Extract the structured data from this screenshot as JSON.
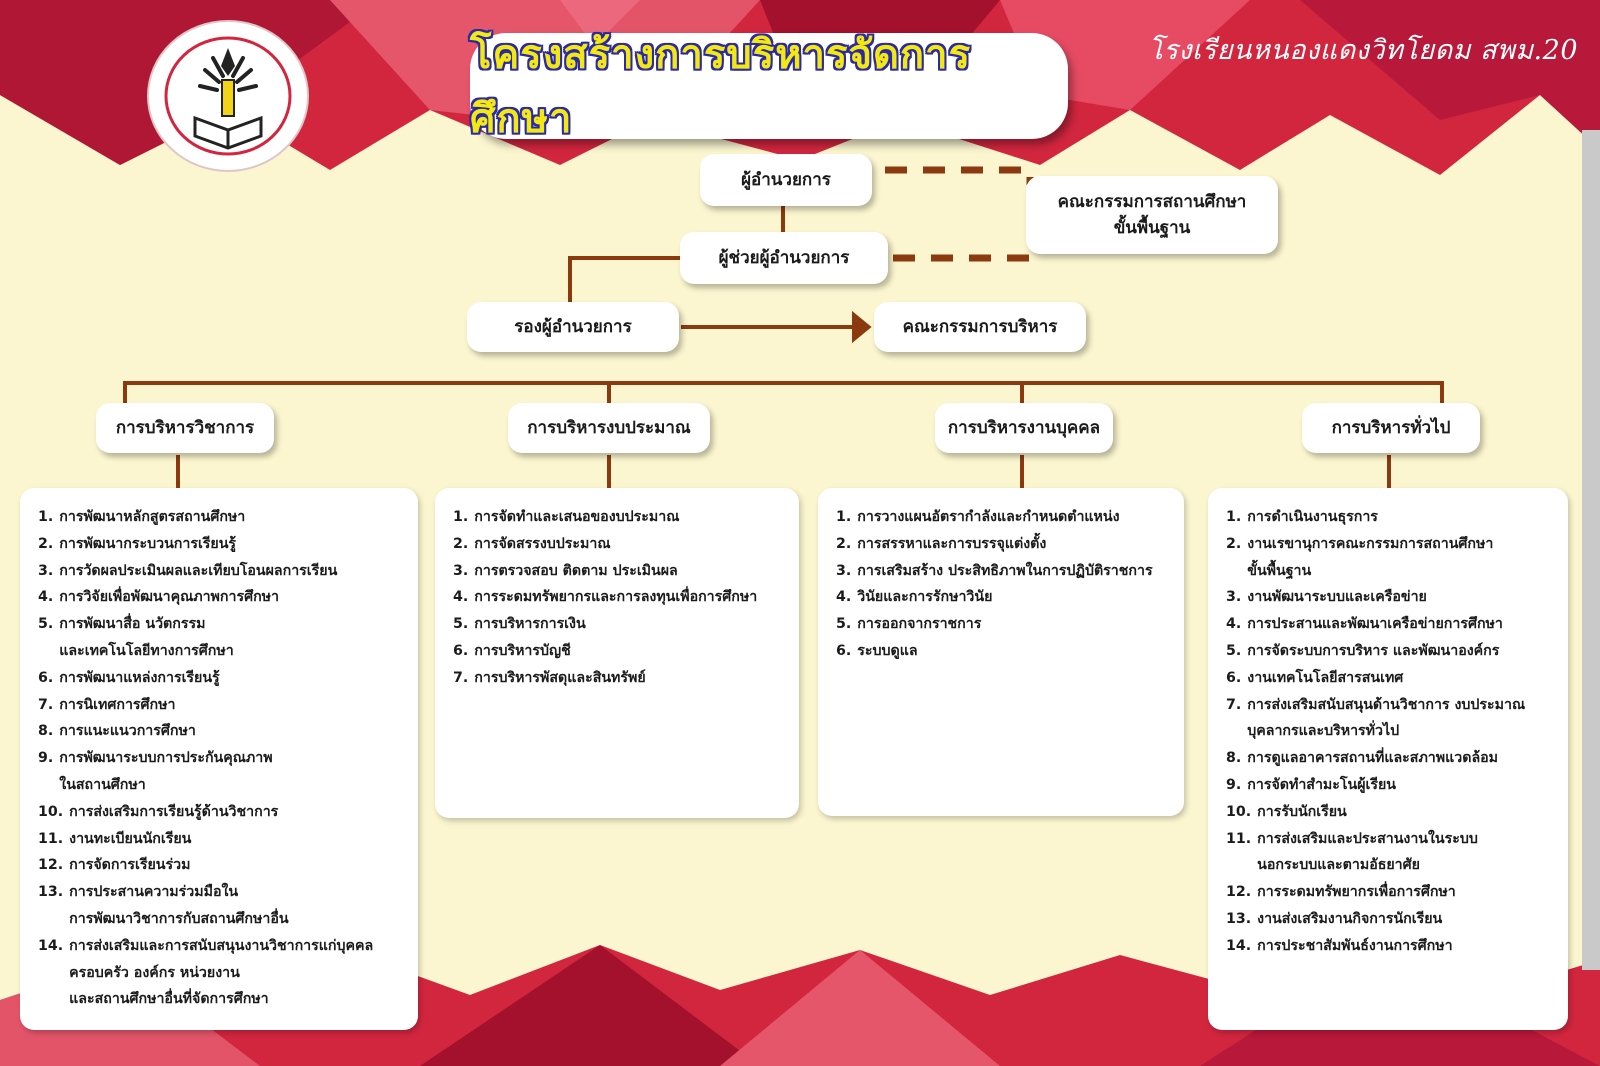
{
  "header": {
    "title": "โครงสร้างการบริหารจัดการศึกษา",
    "school_label": "โรงเรียนหนองแดงวิทโยดม  สพม.20"
  },
  "logo": {
    "name": "โรงเรียนหนองแดงวิทโยดม",
    "icon": "school-emblem-icon"
  },
  "org": {
    "director": "ผู้อำนวยการ",
    "board": "คณะกรรมการสถานศึกษา\nขั้นพื้นฐาน",
    "assistant": "ผู้ช่วยผู้อำนวยการ",
    "deputy": "รองผู้อำนวยการ",
    "committee": "คณะกรรมการบริหาร"
  },
  "departments": [
    {
      "title": "การบริหารวิชาการ",
      "items": [
        {
          "num": "1.",
          "text": "การพัฒนาหลักสูตรสถานศึกษา"
        },
        {
          "num": "2.",
          "text": "การพัฒนากระบวนการเรียนรู้"
        },
        {
          "num": "3.",
          "text": "การวัดผลประเมินผลและเทียบโอนผลการเรียน"
        },
        {
          "num": "4.",
          "text": "การวิจัยเพื่อพัฒนาคุณภาพการศึกษา"
        },
        {
          "num": "5.",
          "text": "การพัฒนาสื่อ นวัตกรรม\nและเทคโนโลยีทางการศึกษา"
        },
        {
          "num": "6.",
          "text": "การพัฒนาแหล่งการเรียนรู้"
        },
        {
          "num": "7.",
          "text": "การนิเทศการศึกษา"
        },
        {
          "num": "8.",
          "text": "การแนะแนวการศึกษา"
        },
        {
          "num": "9.",
          "text": "การพัฒนาระบบการประกันคุณภาพ\nในสถานศึกษา"
        },
        {
          "num": "10.",
          "text": "การส่งเสริมการเรียนรู้ด้านวิชาการ"
        },
        {
          "num": "11.",
          "text": "งานทะเบียนนักเรียน"
        },
        {
          "num": "12.",
          "text": "การจัดการเรียนร่วม"
        },
        {
          "num": "13.",
          "text": "การประสานความร่วมมือใน\nการพัฒนาวิชาการกับสถานศึกษาอื่น"
        },
        {
          "num": "14.",
          "text": "การส่งเสริมและการสนับสนุนงานวิชาการแก่บุคคล\nครอบครัว องค์กร หน่วยงาน\nและสถานศึกษาอื่นที่จัดการศึกษา"
        }
      ]
    },
    {
      "title": "การบริหารงบประมาณ",
      "items": [
        {
          "num": "1.",
          "text": "การจัดทำและเสนอของบประมาณ"
        },
        {
          "num": "2.",
          "text": "การจัดสรรงบประมาณ"
        },
        {
          "num": "3.",
          "text": "การตรวจสอบ ติดตาม ประเมินผล"
        },
        {
          "num": "4.",
          "text": "การระดมทรัพยากรและการลงทุนเพื่อการศึกษา"
        },
        {
          "num": "5.",
          "text": "การบริหารการเงิน"
        },
        {
          "num": "6.",
          "text": "การบริหารบัญชี"
        },
        {
          "num": "7.",
          "text": "การบริหารพัสดุและสินทรัพย์"
        }
      ]
    },
    {
      "title": "การบริหารงานบุคคล",
      "items": [
        {
          "num": "1.",
          "text": "การวางแผนอัตรากำลังและกำหนดตำแหน่ง"
        },
        {
          "num": "2.",
          "text": "การสรรหาและการบรรจุแต่งตั้ง"
        },
        {
          "num": "3.",
          "text": "การเสริมสร้าง ประสิทธิภาพในการปฏิบัติราชการ"
        },
        {
          "num": "4.",
          "text": "วินัยและการรักษาวินัย"
        },
        {
          "num": "5.",
          "text": "การออกจากราชการ"
        },
        {
          "num": "6.",
          "text": "ระบบดูแล"
        }
      ]
    },
    {
      "title": "การบริหารทั่วไป",
      "items": [
        {
          "num": "1.",
          "text": "การดำเนินงานธุรการ"
        },
        {
          "num": "2.",
          "text": "งานเรขานุการคณะกรรมการสถานศึกษา\nขั้นพื้นฐาน"
        },
        {
          "num": "3.",
          "text": "งานพัฒนาระบบและเครือข่าย"
        },
        {
          "num": "4.",
          "text": "การประสานและพัฒนาเครือข่ายการศึกษา"
        },
        {
          "num": "5.",
          "text": "การจัดระบบการบริหาร และพัฒนาองค์กร"
        },
        {
          "num": "6.",
          "text": "งานเทคโนโลยีสารสนเทศ"
        },
        {
          "num": "7.",
          "text": "การส่งเสริมสนับสนุนด้านวิชาการ งบประมาณ\nบุคลากรและบริหารทั่วไป"
        },
        {
          "num": "8.",
          "text": "การดูแลอาคารสถานที่และสภาพแวดล้อม"
        },
        {
          "num": "9.",
          "text": "การจัดทำสำมะโนผู้เรียน"
        },
        {
          "num": "10.",
          "text": "การรับนักเรียน"
        },
        {
          "num": "11.",
          "text": "การส่งเสริมและประสานงานในระบบ\nนอกระบบและตามอัธยาศัย"
        },
        {
          "num": "12.",
          "text": "การระดมทรัพยากรเพื่อการศึกษา"
        },
        {
          "num": "13.",
          "text": "งานส่งเสริมงานกิจการนักเรียน"
        },
        {
          "num": "14.",
          "text": "การประชาสัมพันธ์งานการศึกษา"
        }
      ]
    }
  ],
  "colors": {
    "background": "#fbf6cf",
    "border_red": "#d2263f",
    "connector": "#8b3a10",
    "title_fill": "#f4e811",
    "title_outline": "#2b2aa6"
  }
}
